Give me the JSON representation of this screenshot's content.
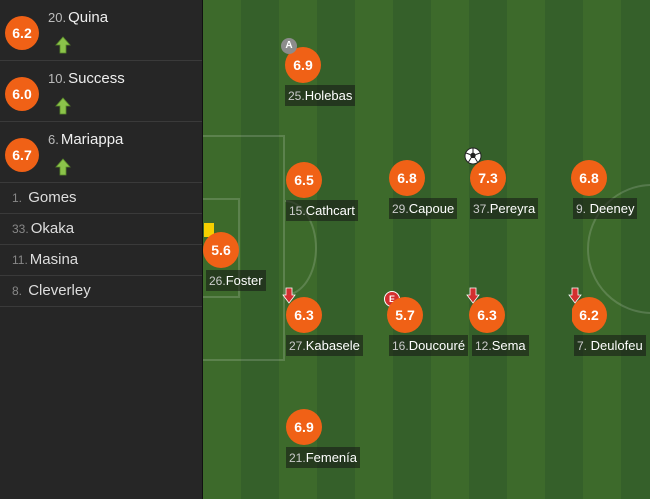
{
  "substitutes": [
    {
      "number": "20.",
      "name": "Quina",
      "rating": "6.2"
    },
    {
      "number": "10.",
      "name": "Success",
      "rating": "6.0"
    },
    {
      "number": "6.",
      "name": "Mariappa",
      "rating": "6.7"
    }
  ],
  "bench": [
    {
      "number": "1.",
      "name": "Gomes"
    },
    {
      "number": "33.",
      "name": "Okaka"
    },
    {
      "number": "11.",
      "name": "Masina"
    },
    {
      "number": "8.",
      "name": "Cleverley"
    }
  ],
  "players": {
    "holebas": {
      "number": "25.",
      "name": "Holebas",
      "rating": "6.9",
      "badge": "A"
    },
    "cathcart": {
      "number": "15.",
      "name": "Cathcart",
      "rating": "6.5"
    },
    "capoue": {
      "number": "29.",
      "name": "Capoue",
      "rating": "6.8"
    },
    "pereyra": {
      "number": "37.",
      "name": "Pereyra",
      "rating": "7.3"
    },
    "deeney": {
      "number": "9.",
      "name": "Deeney",
      "rating": "6.8"
    },
    "foster": {
      "number": "26.",
      "name": "Foster",
      "rating": "5.6"
    },
    "kabasele": {
      "number": "27.",
      "name": "Kabasele",
      "rating": "6.3"
    },
    "doucoure": {
      "number": "16.",
      "name": "Doucouré",
      "rating": "5.7",
      "badge": "E"
    },
    "sema": {
      "number": "12.",
      "name": "Sema",
      "rating": "6.3"
    },
    "deulofeu": {
      "number": "7.",
      "name": "Deulofeu",
      "rating": "6.2"
    },
    "femenia": {
      "number": "21.",
      "name": "Femenía",
      "rating": "6.9"
    }
  },
  "colors": {
    "rating": "#f06116",
    "sub_arrow": "#8bc34a",
    "sub_off_arrow": "#d32f2f",
    "yellow_card": "#f5d000"
  },
  "icons": [
    "sub-on-arrow-icon",
    "sub-off-arrow-icon",
    "captain-badge-icon",
    "own-goal-badge-icon",
    "ball-icon",
    "yellow-card-icon"
  ]
}
